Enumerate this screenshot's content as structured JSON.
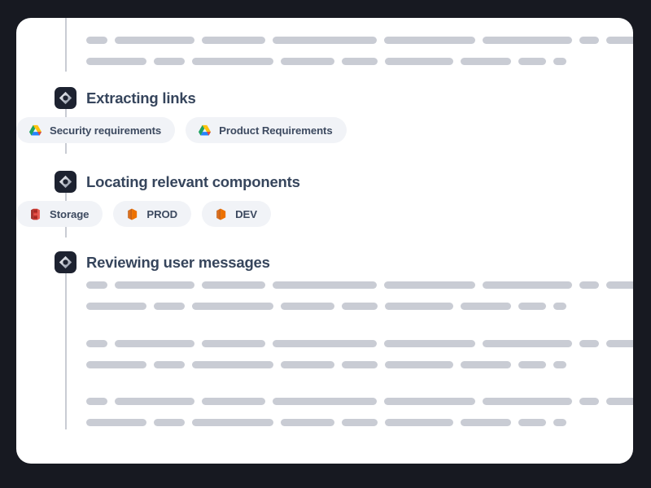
{
  "theme": {
    "page_background": "#171921",
    "card_background": "#ffffff",
    "rail_color": "#c9ccd3",
    "node_background": "#1d2230",
    "heading_color": "#36455c",
    "chip_background": "#f1f3f7",
    "chip_text_color": "#3d4a60",
    "skeleton_color": "#c9ccd4",
    "gdrive_yellow": "#ffc107",
    "gdrive_green": "#1ea362",
    "gdrive_blue": "#2684fc",
    "gdrive_red": "#ea4335",
    "aws_storage_red": "#c8322b",
    "aws_cube_orange": "#ed7100"
  },
  "card": {
    "name": "agent-activity-timeline"
  },
  "steps": [
    {
      "id": "extracting-links",
      "icon": "diamond-node-icon",
      "title": "Extracting links",
      "chips": [
        {
          "icon": "google-drive-icon",
          "label": "Security requirements"
        },
        {
          "icon": "google-drive-icon",
          "label": "Product Requirements"
        }
      ]
    },
    {
      "id": "locating-relevant-components",
      "icon": "diamond-node-icon",
      "title": "Locating relevant components",
      "chips": [
        {
          "icon": "aws-storage-icon",
          "label": "Storage"
        },
        {
          "icon": "aws-cube-icon",
          "label": "PROD"
        },
        {
          "icon": "aws-cube-icon",
          "label": "DEV"
        }
      ]
    },
    {
      "id": "reviewing-user-messages",
      "icon": "diamond-node-icon",
      "title": "Reviewing user messages",
      "chips": []
    }
  ],
  "skeletons": {
    "top": {
      "rows": [
        [
          26,
          98,
          78,
          128,
          112,
          110,
          24,
          110,
          70,
          128,
          102
        ],
        [
          74,
          38,
          100,
          66,
          44,
          84,
          62,
          34,
          16
        ]
      ]
    },
    "bottom_groups": [
      {
        "rows": [
          [
            26,
            98,
            78,
            128,
            112,
            110,
            24,
            110,
            70,
            128,
            102
          ],
          [
            74,
            38,
            100,
            66,
            44,
            84,
            62,
            34,
            16
          ]
        ]
      },
      {
        "rows": [
          [
            26,
            98,
            78,
            128,
            112,
            110,
            24,
            110,
            70,
            128,
            102
          ],
          [
            74,
            38,
            100,
            66,
            44,
            84,
            62,
            34,
            16
          ]
        ]
      },
      {
        "rows": [
          [
            26,
            98,
            78,
            128,
            112,
            110,
            24,
            110,
            70,
            128,
            102
          ],
          [
            74,
            38,
            100,
            66,
            44,
            84,
            62,
            34,
            16
          ]
        ]
      }
    ]
  }
}
